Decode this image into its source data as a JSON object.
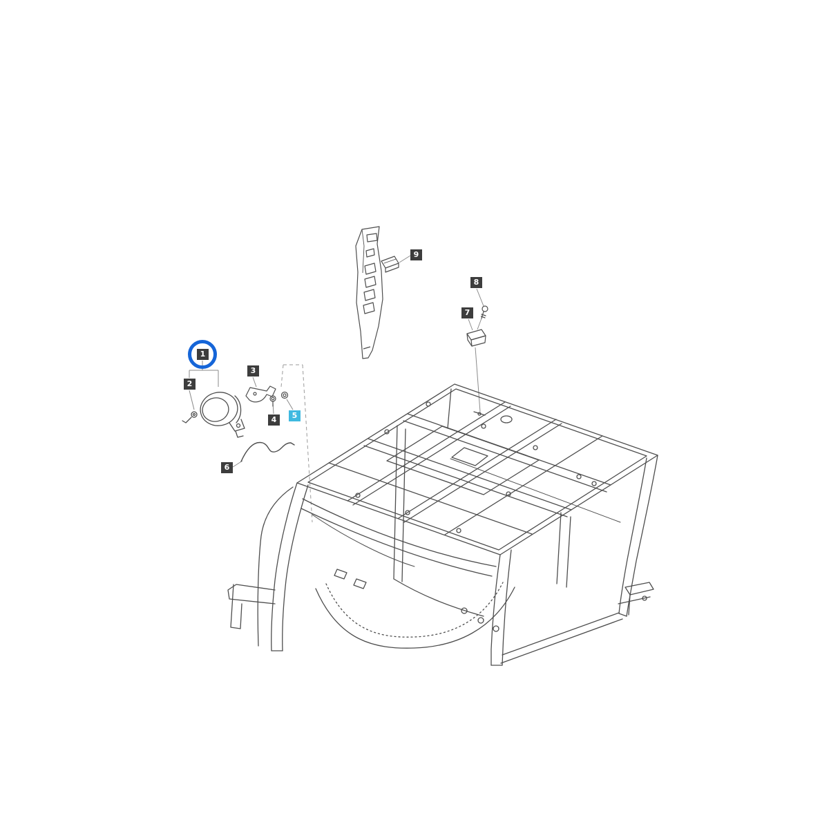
{
  "page": {
    "background": "#ffffff",
    "kind": "exploded-parts-diagram",
    "subject": "cab-frame-work-lamp-assembly"
  },
  "colors": {
    "line": "#4d4d4d",
    "leader": "#8a8a8a",
    "badge_bg": "#3d3d3d",
    "badge_text": "#ffffff",
    "highlight_badge_bg": "#3fb9e0",
    "selection_ring": "#1565d8"
  },
  "selection": {
    "circled_label": "1",
    "highlighted_label": "5"
  },
  "labels": [
    {
      "text": "1",
      "style": "circled"
    },
    {
      "text": "2",
      "style": "normal"
    },
    {
      "text": "3",
      "style": "normal"
    },
    {
      "text": "4",
      "style": "normal"
    },
    {
      "text": "5",
      "style": "highlighted"
    },
    {
      "text": "6",
      "style": "normal"
    },
    {
      "text": "7",
      "style": "normal"
    },
    {
      "text": "8",
      "style": "normal"
    },
    {
      "text": "9",
      "style": "normal"
    }
  ]
}
